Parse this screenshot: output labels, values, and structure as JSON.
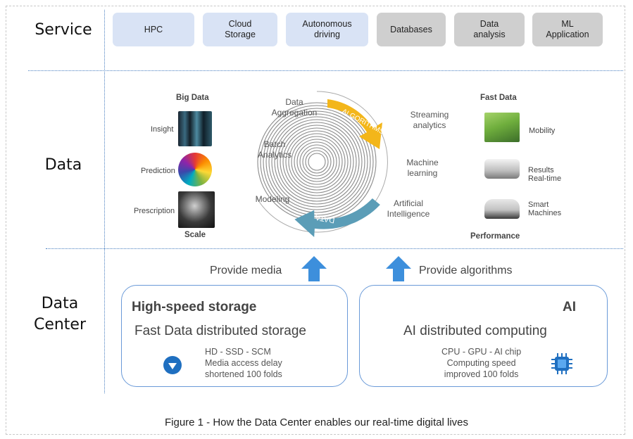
{
  "rows": {
    "service": "Service",
    "data": "Data",
    "center_line1": "Data",
    "center_line2": "Center"
  },
  "services": [
    {
      "label": "HPC"
    },
    {
      "label": "Cloud Storage"
    },
    {
      "label": "Autonomous driving"
    },
    {
      "label": "Databases"
    },
    {
      "label": "Data analysis"
    },
    {
      "label": "ML Application"
    }
  ],
  "big_data": {
    "title": "Big Data",
    "items": [
      "Insight",
      "Prediction",
      "Prescription"
    ],
    "footer": "Scale"
  },
  "cycle": {
    "labels": {
      "aggregation": "Data Aggregation",
      "batch": "Batch Analytics",
      "modeling": "Modeling",
      "streaming": "Streaming analytics",
      "machine": "Machine learning",
      "ai": "Artificial Intelligence"
    },
    "band_top": "ALGORITHMS",
    "band_bottom": "DATA"
  },
  "fast_data": {
    "title": "Fast Data",
    "items": [
      "Mobility",
      "Results Real-time",
      "Smart Machines"
    ],
    "footer": "Performance"
  },
  "provide": {
    "media": "Provide media",
    "algorithms": "Provide algorithms"
  },
  "storage_box": {
    "title": "High-speed storage",
    "subtitle": "Fast Data distributed storage",
    "desc": [
      "HD - SSD - SCM",
      "Media access delay",
      "shortened 100 folds"
    ]
  },
  "ai_box": {
    "title": "AI",
    "subtitle": "AI distributed computing",
    "desc": [
      "CPU - GPU - AI chip",
      "Computing speed",
      "improved 100 folds"
    ]
  },
  "caption": "Figure 1  - How the Data Center enables our real-time digital lives",
  "colors": {
    "service_blue": "#d9e3f5",
    "service_grey": "#cfcfcf",
    "algorithm_band": "#f3b61a",
    "data_band": "#5b9db7",
    "arrow": "#3d8fdc",
    "box_border": "#6a9ad8"
  }
}
